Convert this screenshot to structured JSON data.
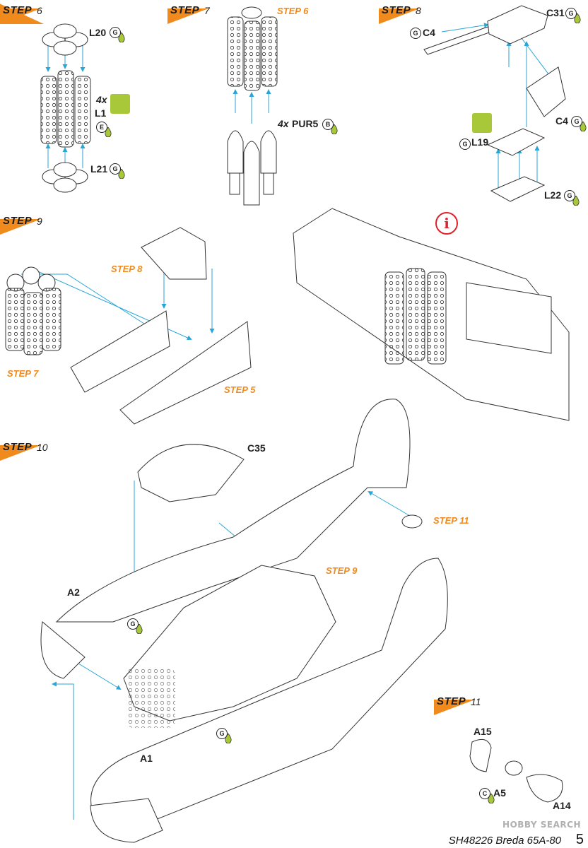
{
  "steps": [
    {
      "word": "STEP",
      "num": "6"
    },
    {
      "word": "STEP",
      "num": "7"
    },
    {
      "word": "STEP",
      "num": "8"
    },
    {
      "word": "STEP",
      "num": "9"
    },
    {
      "word": "STEP",
      "num": "10"
    },
    {
      "word": "STEP",
      "num": "11"
    }
  ],
  "parts": {
    "l20": "L20",
    "l1": "L1",
    "l1_qty": "4x",
    "l21": "L21",
    "pur5": "PUR5",
    "pur5_qty": "4x",
    "c4a": "C4",
    "c31": "C31",
    "c4b": "C4",
    "l19": "L19",
    "l22": "L22",
    "c35": "C35",
    "a2": "A2",
    "a1": "A1",
    "a15": "A15",
    "a5": "A5",
    "a14": "A14"
  },
  "refs": {
    "s7_step6": "STEP 6",
    "s9_step8": "STEP 8",
    "s9_step7": "STEP 7",
    "s9_step5": "STEP 5",
    "s10_step11": "STEP 11",
    "s10_step9": "STEP 9"
  },
  "glue_codes": {
    "g": "G",
    "e": "E",
    "b": "B",
    "c": "C"
  },
  "info_symbol": "i",
  "footer": {
    "code": "SH48226 Breda 65A-80",
    "page": "5",
    "watermark": "HOBBY SEARCH"
  },
  "colors": {
    "step_flag": "#f08a1c",
    "ref_text": "#f08a1c",
    "arrow": "#29a6d8",
    "glue_drop": "#a9c839",
    "drill_badge": "#a9c839",
    "info": "#e0202a"
  }
}
